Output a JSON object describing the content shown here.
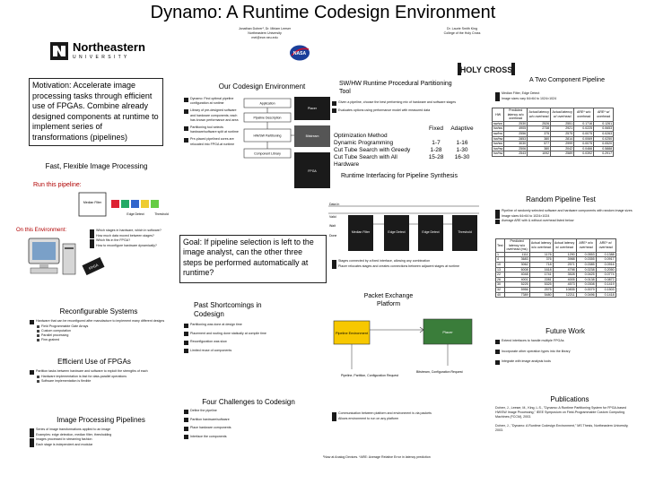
{
  "title": "Dynamo: A Runtime Codesign Environment",
  "authors": {
    "left_name": "Jonathan Dohrer¹, Dr. Miriam Leeser",
    "left_affil_1": "Northeastern University",
    "left_affil_2": "mel@ece.neu.edu",
    "right_name": "Dr. Laurie Smith King",
    "right_affil": "College of the Holy Cross"
  },
  "logos": {
    "university_name": "Northeastern",
    "university_sub": "U N I V E R S I T Y",
    "nasa": "NASA",
    "holy_cross": "HOLY CROSS"
  },
  "motivation": {
    "text": "Motivation: Accelerate image processing tasks through efficient use of FPGAs. Combine already designed components at runtime to implement series of transformations (pipelines)"
  },
  "fast_flexible": {
    "title": "Fast, Flexible Image Processing",
    "run_this": "Run this pipeline:",
    "on_this": "On this Environment:",
    "pipeline_stages": [
      "Median Filter",
      "Edge Detect",
      "Threshold"
    ],
    "env_bullets": [
      "Which stages in hardware, which in software?",
      "How much data moved between stages?",
      "Which fits in the FPGA?",
      "How to reconfigure hardware dynamically?"
    ],
    "fpga_label": "FPGA"
  },
  "codesign_env": {
    "title": "Our Codesign Environment",
    "bullets": [
      "Dynamo: Find optimal pipeline configuration at runtime",
      "Library of pre-designed software and hardware components; each has known performance and area",
      "Partitioning tool selects hardware/software split at runtime",
      "Pre-placed pipelined cores are relocated into FPGA at runtime"
    ],
    "diagram_labels": [
      "Application",
      "Pipeline Description",
      "HW/SW Partitioning",
      "Component Library",
      "Placer",
      "Bitstream",
      "FPGA"
    ]
  },
  "partitioning": {
    "title": "SW/HW Runtime Procedural Partitioning Tool",
    "bullets": [
      "Given a pipeline, choose the best performing mix of hardware and software stages",
      "Evaluates options using performance model with measured data"
    ],
    "table_header": [
      "",
      "Fixed",
      "Adaptive"
    ],
    "table_rows": [
      [
        "Optimization Method",
        "",
        ""
      ],
      [
        "Dynamic Programming",
        "1-7",
        "1-16"
      ],
      [
        "Cut Tube Search with Greedy",
        "1-28",
        "1-30"
      ],
      [
        "Cut Tube Search with All Hardware",
        "15-28",
        "16-30"
      ]
    ]
  },
  "two_component": {
    "title": "A Two Component Pipeline",
    "bullets": [
      "Median Filter, Edge Detect",
      "Image sizes vary 64×64 to 1024×1024"
    ],
    "headers": [
      "HW",
      "Predicted latency w/o overhead",
      "Actual latency w/o overhead",
      "Actual latency w/ overhead",
      "ARE* w/o overhead",
      "ARE* w/ overhead"
    ],
    "rows": [
      [
        "sw/sw",
        "2530",
        "2526",
        "2551",
        "0.1716",
        "0.1261"
      ],
      [
        "hw/sw",
        "4905",
        "2738",
        "2921",
        "0.0225",
        "0.0653"
      ],
      [
        "sw/hw",
        "2556",
        "375",
        "2575",
        "0.0075",
        "0.0263"
      ],
      [
        "hw/hw",
        "2853",
        "380",
        "2814",
        "0.0069",
        "0.0250"
      ],
      [
        "hw/sw",
        "3030",
        "577",
        "2999",
        "0.0075",
        "0.0520"
      ],
      [
        "hw/hw",
        "2506",
        "380",
        "2042",
        "0.0466",
        "0.5888"
      ],
      [
        "hw/hw",
        "2543",
        "1092",
        "2589",
        "0.0392",
        "0.2917"
      ]
    ]
  },
  "runtime_interface": {
    "title": "Runtime Interfacing for Pipeline Synthesis",
    "stage_labels": [
      "Median Filter",
      "Edge Detect",
      "Edge Detect",
      "Threshold"
    ],
    "signal_labels": [
      "Data In",
      "Valid",
      "Wait",
      "Done"
    ],
    "bullets": [
      "Stages connected by a fixed interface, allowing any combination",
      "Placer relocates stages and creates connections between adjacent stages at runtime"
    ]
  },
  "goal": {
    "text": "Goal: If pipeline selection is left to the image analyst, can the other three steps be performed automatically at runtime?"
  },
  "random_test": {
    "title": "Random Pipeline Test",
    "bullets": [
      "Pipeline of randomly selected software and hardware components with random image sizes",
      "Image sizes 64×64 to 1024×1024",
      "Average ARE with & without overhead listed below"
    ],
    "headers": [
      "Test",
      "Predicted latency w/o overhead (ms)",
      "Actual latency w/o overhead",
      "Actual latency w/ overhead",
      "ARE* w/o overhead",
      "ARE* w/ overhead"
    ],
    "rows": [
      [
        "1",
        "1111",
        "1176",
        "1290",
        "0.0553",
        "0.1388"
      ],
      [
        "4",
        "3683",
        "376",
        "3988",
        "0.0355",
        "0.0917"
      ],
      [
        "10",
        "3062",
        "718",
        "2571",
        "0.0385",
        "0.0916"
      ],
      [
        "13",
        "6008",
        "1618",
        "4798",
        "0.0238",
        "0.2050"
      ],
      [
        "22",
        "4048",
        "1741",
        "3528",
        "0.0425",
        "0.0774"
      ],
      [
        "26",
        "4001",
        "2281",
        "4005",
        "0.0138",
        "0.0872"
      ],
      [
        "30",
        "5225",
        "5325",
        "4573",
        "0.0308",
        "0.1419"
      ],
      [
        "32",
        "5956",
        "2575",
        "10835",
        "0.0079",
        "0.1503"
      ],
      [
        "40",
        "7389",
        "5480",
        "12211",
        "0.0496",
        "0.1418"
      ]
    ]
  },
  "reconfigurable": {
    "title": "Reconfigurable Systems",
    "bullets": [
      "Hardware that can be reconfigured after manufacture to implement many different designs"
    ],
    "subs": [
      "Field Programmable Gate Arrays",
      "Custom computation",
      "Parallel processing",
      "Fine-grained"
    ]
  },
  "efficient": {
    "title": "Efficient Use of FPGAs",
    "bullets": [
      "Partition tasks between hardware and software to exploit the strengths of each"
    ],
    "subs": [
      "Hardware implementation is fast for data-parallel operations",
      "Software implementation is flexible"
    ]
  },
  "image_pipelines": {
    "title": "Image Processing Pipelines",
    "bullets": [
      "Series of image transformations applied to an image",
      "Examples: edge detection, median filter, thresholding",
      "Images processed in streaming fashion",
      "Each stage is independent and modular"
    ]
  },
  "shortcomings": {
    "title": "Past Shortcomings in Codesign",
    "bullets": [
      "Partitioning was done at design time",
      "Placement and routing done statically at compile time",
      "Reconfiguration was slow",
      "Limited reuse of components"
    ]
  },
  "challenges": {
    "title": "Four Challenges to Codesign",
    "bullets": [
      "Define the pipeline",
      "Partition hardware/software",
      "Place hardware components",
      "Interface the components"
    ]
  },
  "packet_exchange": {
    "title": "Packet Exchange Platform",
    "node_left": "Pipeline Environment",
    "node_right": "Placer",
    "label_left": "Pipeline, Partition, Configuration Request",
    "label_right": "Bitstream, Configuration Request",
    "bullets": [
      "Communication between platform and environment is via packets",
      "Allows environment to run on any platform"
    ]
  },
  "future": {
    "title": "Future Work",
    "bullets": [
      "Extend interfaces to handle multiple FPGAs",
      "Incorporate other operation types into the library",
      "Integrate with image analysis tools"
    ]
  },
  "publications": {
    "title": "Publications",
    "text_1": "Dohrer, J., Leeser, M., King, L.S., \"Dynamo: A Runtime Partitioning System for FPGA-based HW/SW Image Processing,\" IEEE Symposium on Field-Programmable Custom Computing Machines (FCCM), 2003.",
    "text_2": "Dohrer, J., \"Dynamo: A Runtime Codesign Environment,\" MS Thesis, Northeastern University, 2003.",
    "footnote": "¹Now at Analog Devices. *ARE: Average Relative Error in latency prediction"
  },
  "colors": {
    "accent_dark": "#1a1a1a",
    "box_border": "#222222",
    "nasa_blue": "#1b3f9a",
    "nasa_red": "#c8102e"
  },
  "icons": [
    "bullet-square",
    "computer-monitor",
    "fpga-chip",
    "university-crest"
  ]
}
